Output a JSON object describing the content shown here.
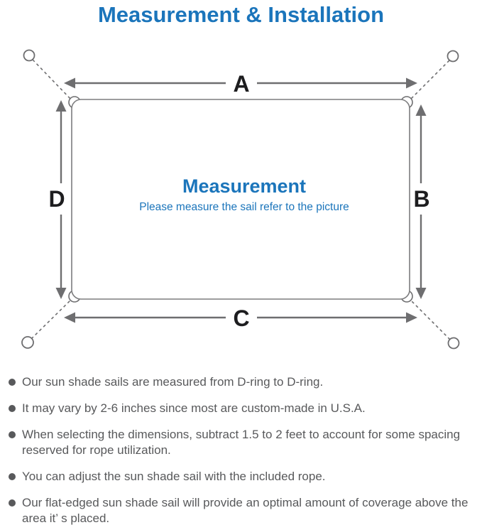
{
  "title": "Measurement & Installation",
  "diagram": {
    "dimension_labels": {
      "top": "A",
      "right": "B",
      "bottom": "C",
      "left": "D"
    },
    "center_title": "Measurement",
    "center_subtitle": "Please measure the sail refer to the picture"
  },
  "notes": [
    "Our sun shade sails are measured from D-ring to D-ring.",
    "It may vary by 2-6 inches since most are custom-made in U.S.A.",
    "When selecting the dimensions, subtract 1.5 to 2 feet to account for some spacing reserved for rope utilization.",
    "You can adjust the sun shade sail with the included rope.",
    "Our flat-edged sun shade sail will provide an optimal amount of coverage above the area it’ s placed."
  ],
  "colors": {
    "accent_blue": "#1b75bb",
    "line_gray": "#6e6e70",
    "label_black": "#1d1d1f",
    "note_gray": "#58595b"
  }
}
